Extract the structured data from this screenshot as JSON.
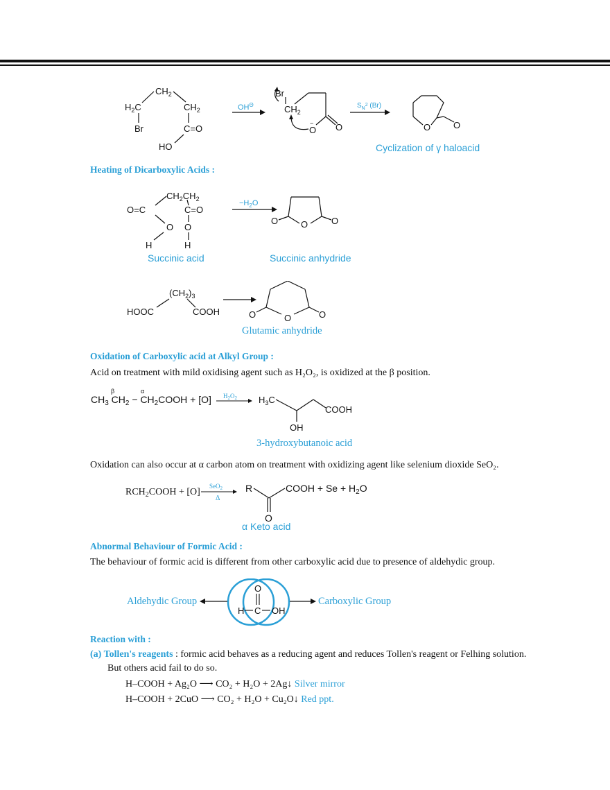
{
  "sections": {
    "heating_title": "Heating of Dicarboxylic Acids :",
    "oxidation_title": "Oxidation of Carboxylic acid at Alkyl Group :",
    "formic_title": "Abnormal Behaviour of Formic Acid :",
    "reaction_title": "Reaction with :"
  },
  "captions": {
    "cyclization": "Cyclization of γ haloacid",
    "succinic_acid": "Succinic acid",
    "succinic_anhydride": "Succinic anhydride",
    "glutamic_anhydride": "Glutamic anhydride",
    "hydroxybutanoic": "3-hydroxybutanoic acid",
    "keto_acid": "α Keto acid",
    "aldehydic_group": "Aldehydic Group",
    "carboxylic_group": "Carboxylic Group"
  },
  "text": {
    "beta_oxidation": "Acid on treatment with mild oxidising agent such as H₂O₂, is oxidized at the β position.",
    "alpha_oxidation": "Oxidation can also occur at α carbon atom on treatment with oxidizing agent like selenium dioxide SeO₂.",
    "formic_behaviour": "The behaviour of formic acid is different from other carboxylic acid due to presence of aldehydic group.",
    "tollens_label": "(a)   Tollen's reagents",
    "tollens_text": " : formic acid behaves as a reducing agent and reduces Tollen's reagent or Felhing solution.",
    "tollens_text2": "But others acid fail to do so.",
    "reaction1": "H–COOH + Ag₂O ⟶ CO₂ + H₂O + 2Ag↓",
    "reaction1_note": "Silver mirror",
    "reaction2": "H–COOH + 2CuO ⟶ CO₂ + H₂O + Cu₂O↓",
    "reaction2_note": "Red ppt."
  }
}
